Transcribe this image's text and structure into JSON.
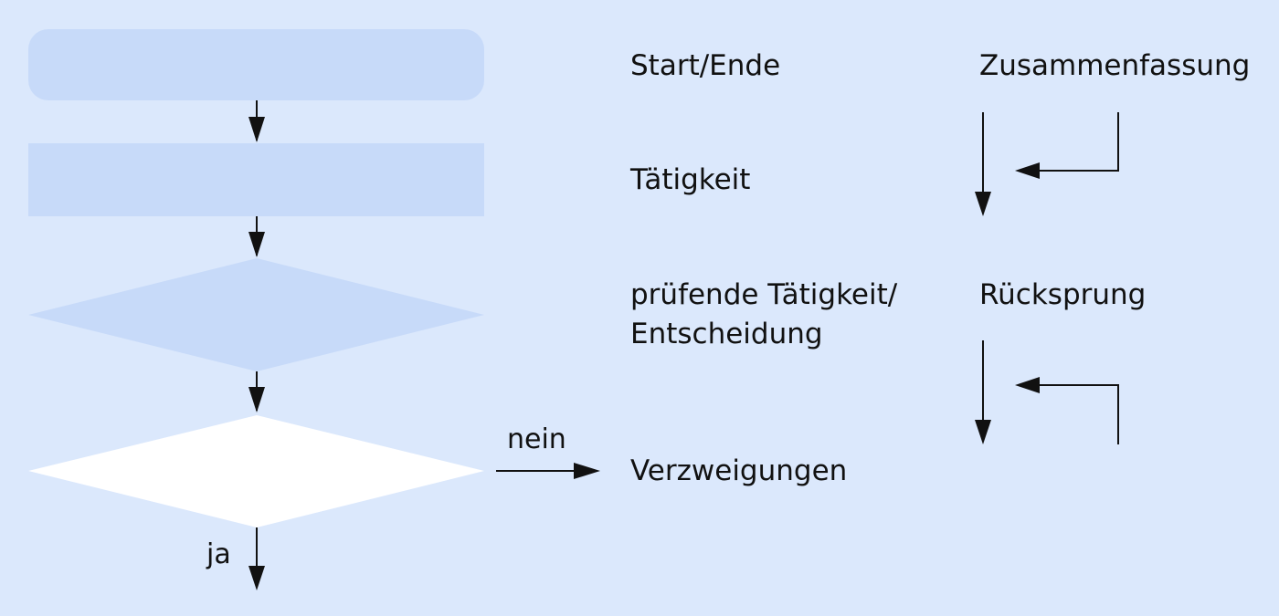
{
  "legend": {
    "start_end": "Start/Ende",
    "activity": "Tätigkeit",
    "decision_line1": "prüfende Tätigkeit/",
    "decision_line2": "Entscheidung",
    "branches": "Verzweigungen",
    "merge": "Zusammenfassung",
    "loop_back": "Rücksprung"
  },
  "branch_labels": {
    "no": "nein",
    "yes": "ja"
  },
  "colors": {
    "background": "#dbe8fc",
    "shape_fill": "#c7daf9",
    "branch_fill": "#ffffff",
    "line": "#111111"
  }
}
